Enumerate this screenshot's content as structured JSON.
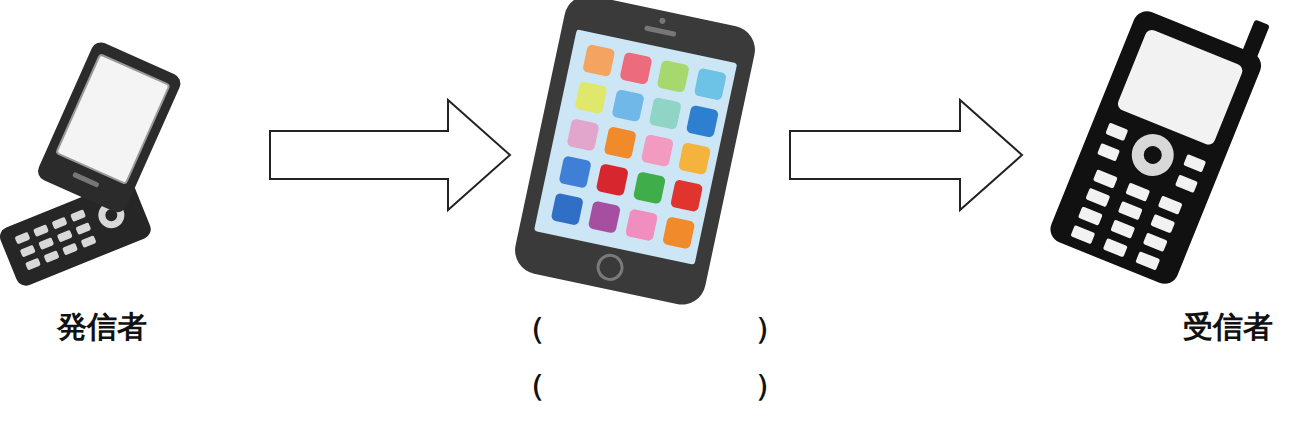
{
  "diagram": {
    "nodes": [
      {
        "text": [
          "発信者"
        ]
      },
      {
        "text": [
          "（　　　　　　　）",
          "（　　　　　　　）"
        ]
      },
      {
        "text": [
          "受信者"
        ]
      }
    ],
    "edges": [
      {
        "from": 0,
        "to": 1,
        "arrow": "to"
      },
      {
        "from": 1,
        "to": 2,
        "arrow": "to"
      }
    ]
  }
}
